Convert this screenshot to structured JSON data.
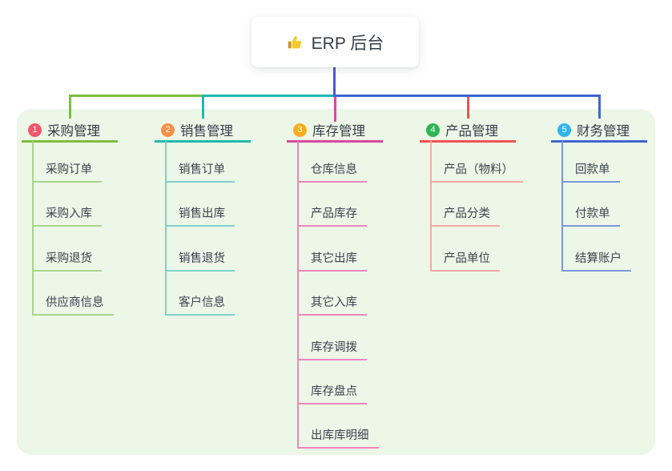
{
  "root": {
    "label": "ERP 后台",
    "icon": "thumbs-up-icon"
  },
  "canvas": {
    "panel_bg": "#ecf7e7",
    "root_line_color": "#5157d1",
    "text_color": "#353e4b"
  },
  "branches": [
    {
      "num": "1",
      "label": "采购管理",
      "badge_color": "#f4566b",
      "line_color": "#7fbe3e",
      "child_line_color": "#a8d58b",
      "children": [
        "采购订单",
        "采购入库",
        "采购退货",
        "供应商信息"
      ]
    },
    {
      "num": "2",
      "label": "销售管理",
      "badge_color": "#fa8e49",
      "line_color": "#22b8ae",
      "child_line_color": "#7ed2cb",
      "children": [
        "销售订单",
        "销售出库",
        "销售退货",
        "客户信息"
      ]
    },
    {
      "num": "3",
      "label": "库存管理",
      "badge_color": "#f9ac1c",
      "line_color": "#d6499f",
      "child_line_color": "#ee86bf",
      "children": [
        "仓库信息",
        "产品库存",
        "其它出库",
        "其它入库",
        "库存调拨",
        "库存盘点",
        "出库库明细"
      ]
    },
    {
      "num": "4",
      "label": "产品管理",
      "badge_color": "#2eb454",
      "line_color": "#f25352",
      "child_line_color": "#f7a6a2",
      "children": [
        "产品（物料）",
        "产品分类",
        "产品单位"
      ]
    },
    {
      "num": "5",
      "label": "财务管理",
      "badge_color": "#31b3ee",
      "line_color": "#4164cf",
      "child_line_color": "#7d97db",
      "children": [
        "回款单",
        "付款单",
        "结算账户"
      ]
    }
  ]
}
